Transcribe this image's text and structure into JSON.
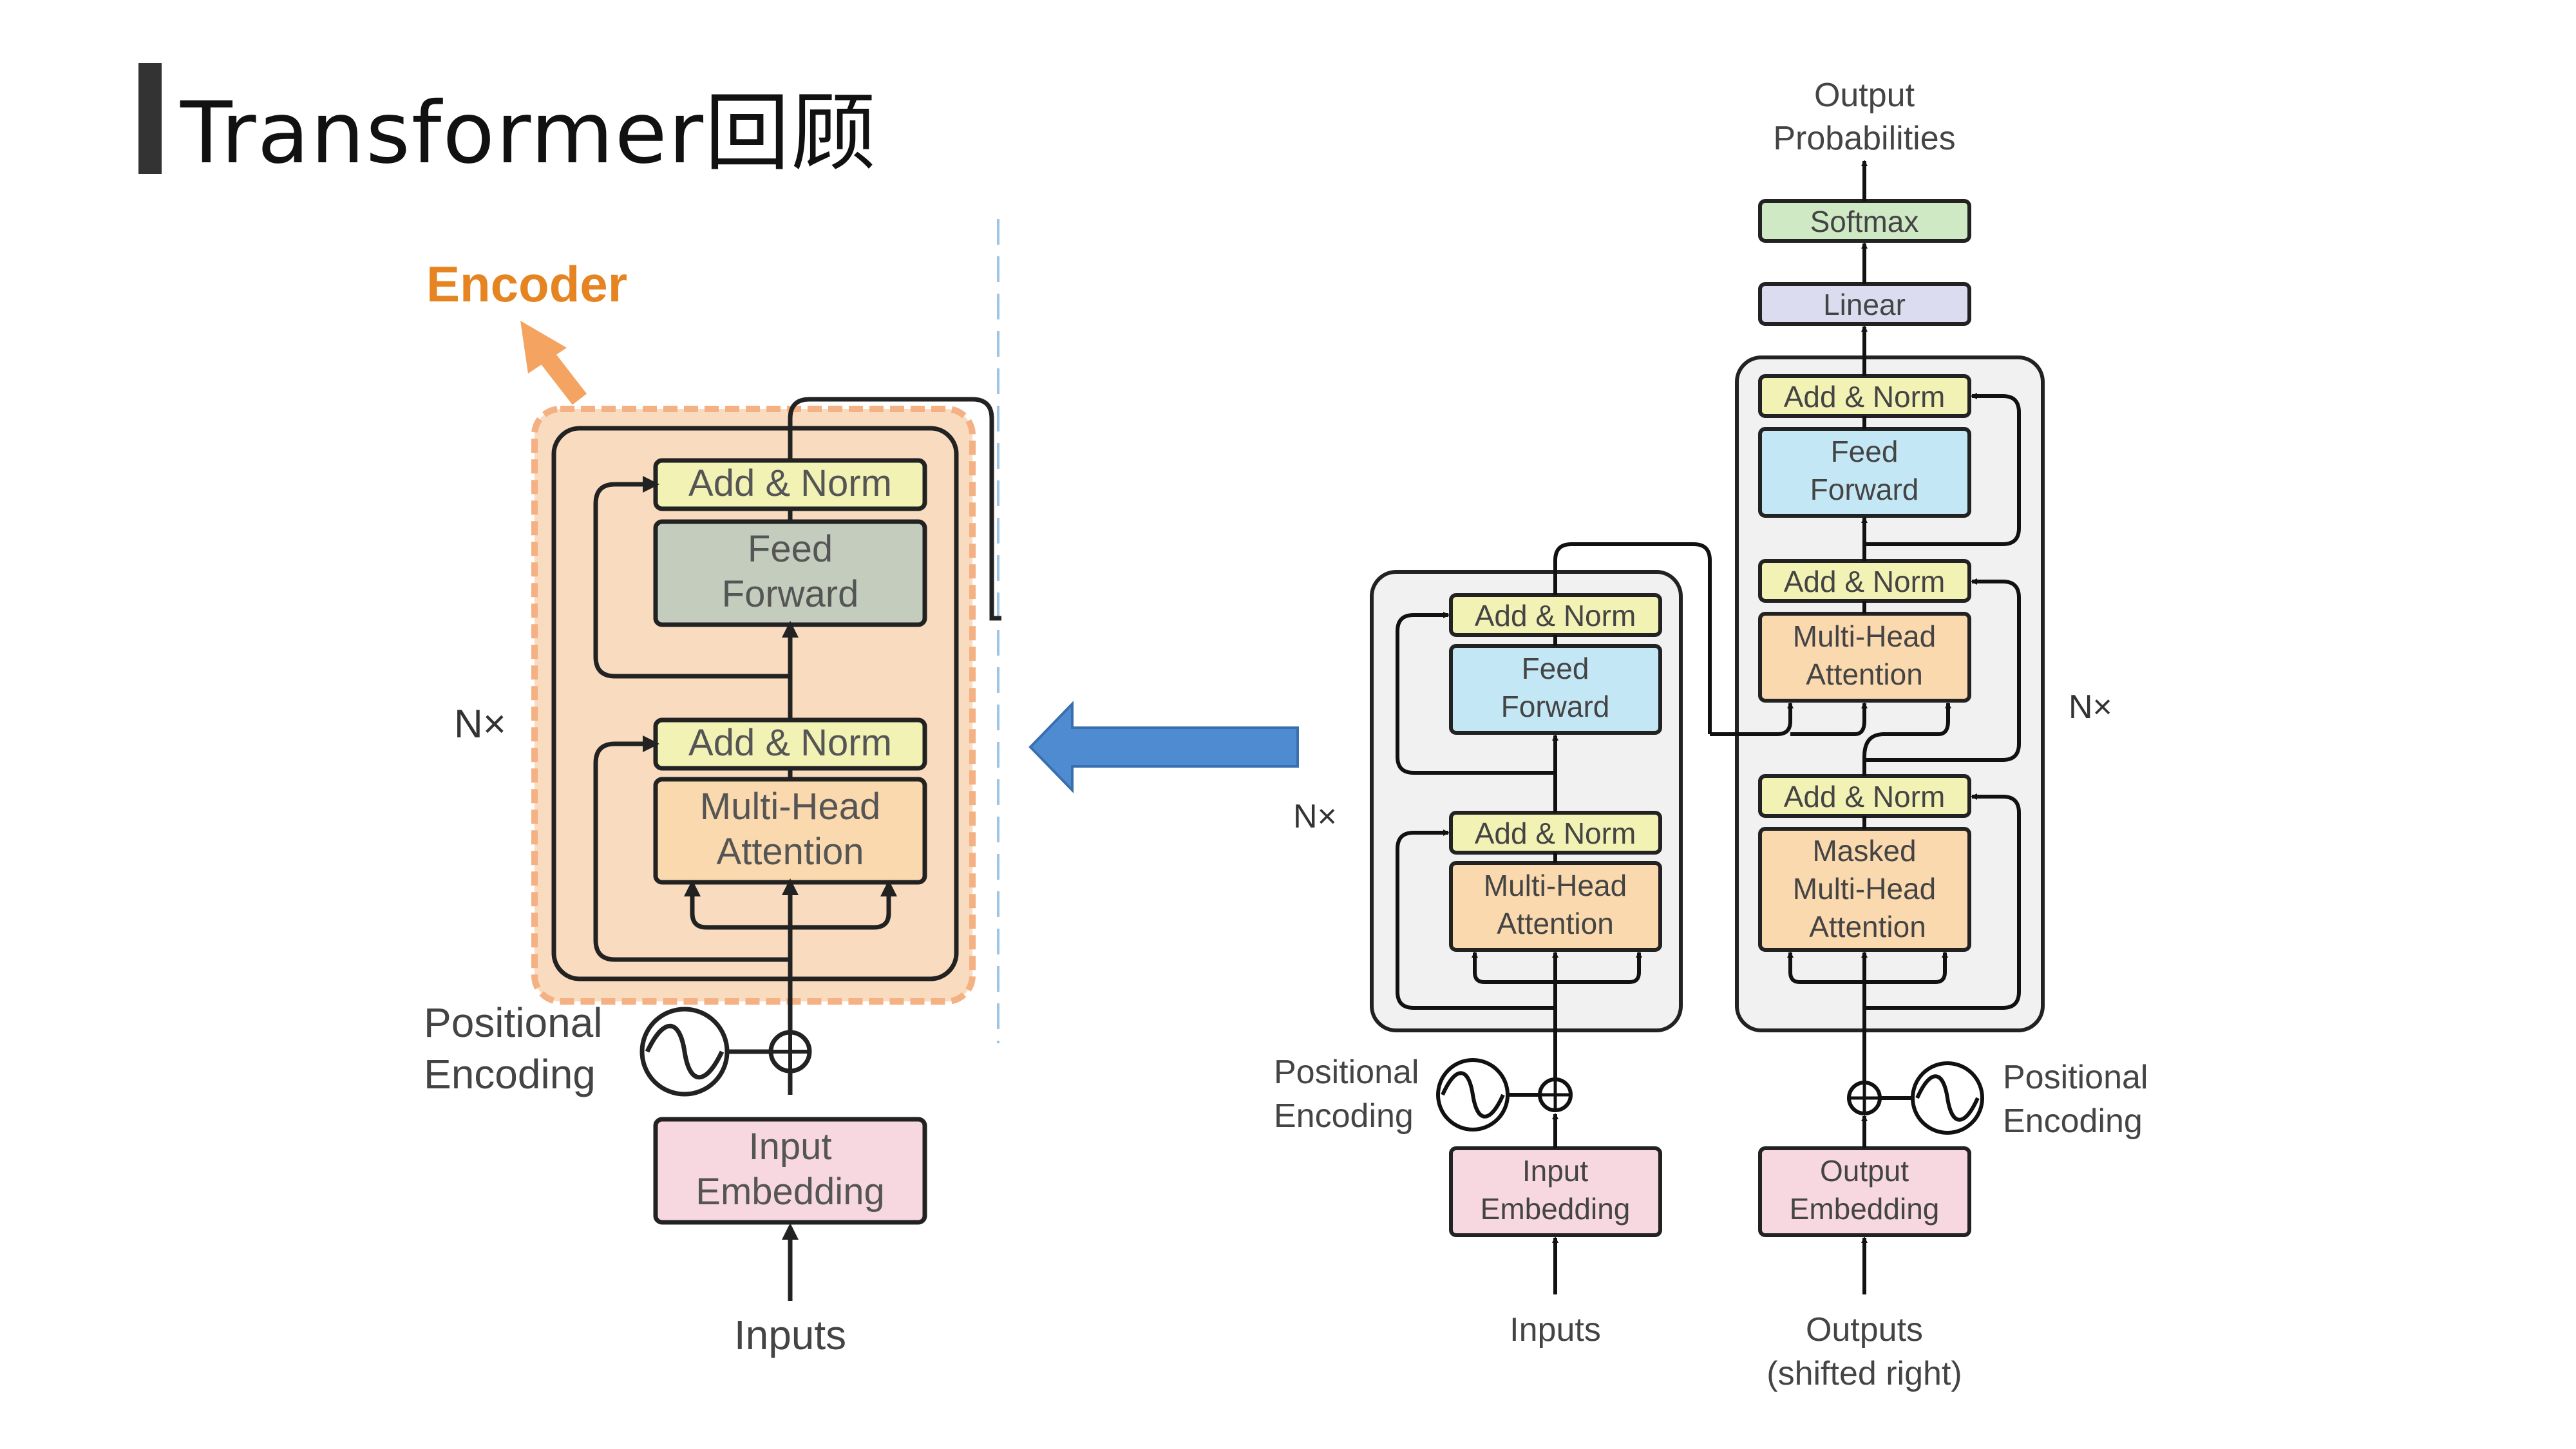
{
  "slide": {
    "title": "Transformer回顾"
  },
  "left_panel": {
    "encoder_label": "Encoder",
    "nx_label": "N×",
    "blocks": {
      "add_norm_top": "Add & Norm",
      "feed_forward": [
        "Feed",
        "Forward"
      ],
      "add_norm_bottom": "Add & Norm",
      "multi_head_attention": [
        "Multi-Head",
        "Attention"
      ],
      "input_embedding": [
        "Input",
        "Embedding"
      ]
    },
    "positional_encoding": [
      "Positional",
      "Encoding"
    ],
    "inputs_label": "Inputs"
  },
  "right_panel": {
    "output_probabilities": [
      "Output",
      "Probabilities"
    ],
    "softmax": "Softmax",
    "linear": "Linear",
    "encoder": {
      "nx_label": "N×",
      "add_norm_top": "Add & Norm",
      "feed_forward": [
        "Feed",
        "Forward"
      ],
      "add_norm_bottom": "Add & Norm",
      "multi_head_attention": [
        "Multi-Head",
        "Attention"
      ],
      "positional_encoding": [
        "Positional",
        "Encoding"
      ],
      "input_embedding": [
        "Input",
        "Embedding"
      ],
      "inputs_label": "Inputs"
    },
    "decoder": {
      "nx_label": "N×",
      "add_norm_1": "Add & Norm",
      "feed_forward": [
        "Feed",
        "Forward"
      ],
      "add_norm_2": "Add & Norm",
      "multi_head_attention": [
        "Multi-Head",
        "Attention"
      ],
      "add_norm_3": "Add & Norm",
      "masked_multi_head_attention": [
        "Masked",
        "Multi-Head",
        "Attention"
      ],
      "positional_encoding": [
        "Positional",
        "Encoding"
      ],
      "output_embedding": [
        "Output",
        "Embedding"
      ],
      "outputs_label": [
        "Outputs",
        "(shifted right)"
      ]
    }
  },
  "colors": {
    "add_norm": "#f3f2b5",
    "feed_forward_right": "#c3e7f4",
    "feed_forward_left": "#c4cdbd",
    "attention": "#fbd9ae",
    "embedding": "#f8d8e0",
    "softmax": "#cfe9c5",
    "linear": "#dcdcf0",
    "panel_gray": "#f1f1f1",
    "encoder_highlight": "#f9dcc0",
    "encoder_label": "#e58420",
    "blue_arrow": "#4f8bd1"
  }
}
